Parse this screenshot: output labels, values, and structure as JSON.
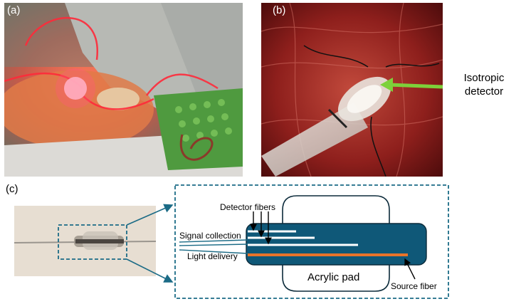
{
  "panels": {
    "a": {
      "label": "(a)"
    },
    "b": {
      "label": "(b)",
      "callout_line1": "Isotropic",
      "callout_line2": "detector"
    },
    "c": {
      "label": "(c)"
    }
  },
  "diagram": {
    "detector_fibers": "Detector fibers",
    "signal_collection": "Signal collection",
    "light_delivery": "Light delivery",
    "acrylic_pad": "Acrylic pad",
    "source_fiber": "Source fiber"
  },
  "colors": {
    "probe_blue": "#0f5878",
    "source_orange": "#e8742a",
    "dashed_box": "#1b6b86",
    "callout_arrow": "#7dd13a"
  }
}
